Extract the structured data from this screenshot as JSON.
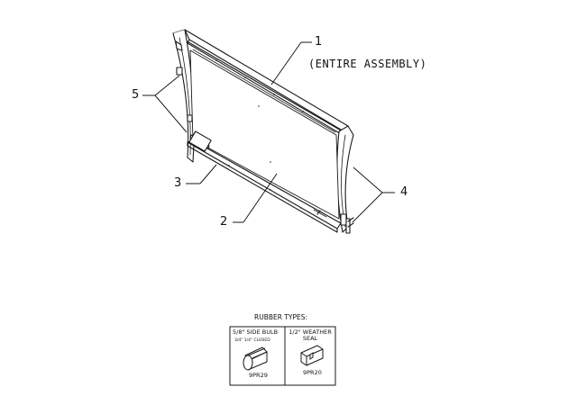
{
  "callouts": {
    "c1": "1",
    "c1_note": "(ENTIRE ASSEMBLY)",
    "c2": "2",
    "c3": "3",
    "c4": "4",
    "c5": "5"
  },
  "rubber": {
    "title": "RUBBER TYPES:",
    "left": {
      "name": "5/8\" SIDE BULB",
      "sub": "3/4\" 1/4\" CLOSED",
      "code": "9PR29"
    },
    "right": {
      "name": "1/2\" WEATHER SEAL",
      "code": "9PR20"
    }
  }
}
